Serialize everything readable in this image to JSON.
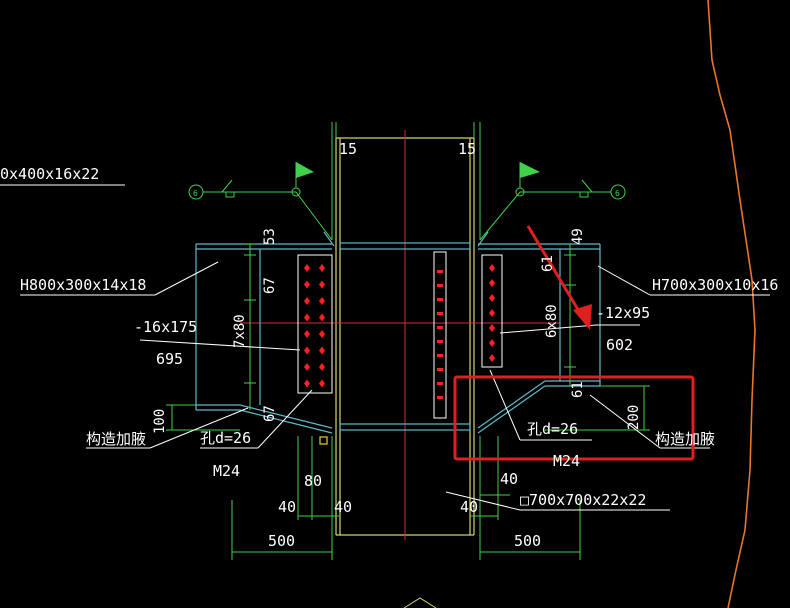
{
  "labels": {
    "top_left_section": "0x400x16x22",
    "left_beam": "H800x300x14x18",
    "right_beam": "H700x300x10x16",
    "left_plate": "-16x175",
    "left_plate_len": "695",
    "right_plate": "-12x95",
    "right_plate_len": "602",
    "left_hole": "孔d=26",
    "right_hole": "孔d=26",
    "left_bolt": "M24",
    "right_bolt": "M24",
    "left_haunch": "构造加腋",
    "right_haunch": "构造加腋",
    "column": "□700x700x22x22"
  },
  "dims": {
    "top_left_15": "15",
    "top_right_15": "15",
    "left_53": "53",
    "left_67_top": "67",
    "left_7x80": "7x80",
    "left_67_bot": "67",
    "left_100": "100",
    "right_49": "49",
    "right_61": "61",
    "right_6x80": "6x80",
    "right_61_bot": "61",
    "right_200": "200",
    "bottom_80": "80",
    "bottom_40_a": "40",
    "bottom_40_b": "40",
    "bottom_40_c": "40",
    "bottom_40_d": "40",
    "bottom_500_left": "500",
    "bottom_500_right": "500"
  },
  "weld_symbol_left": "6",
  "weld_symbol_right": "6",
  "colors": {
    "background": "#000000",
    "text": "#ffffff",
    "column": "#d4d46a",
    "beam": "#5fb8c8",
    "dimension": "#3fd24a",
    "bolt": "#ff2020",
    "center": "#d03030",
    "highlight": "#e02020",
    "border": "#e8762a"
  }
}
